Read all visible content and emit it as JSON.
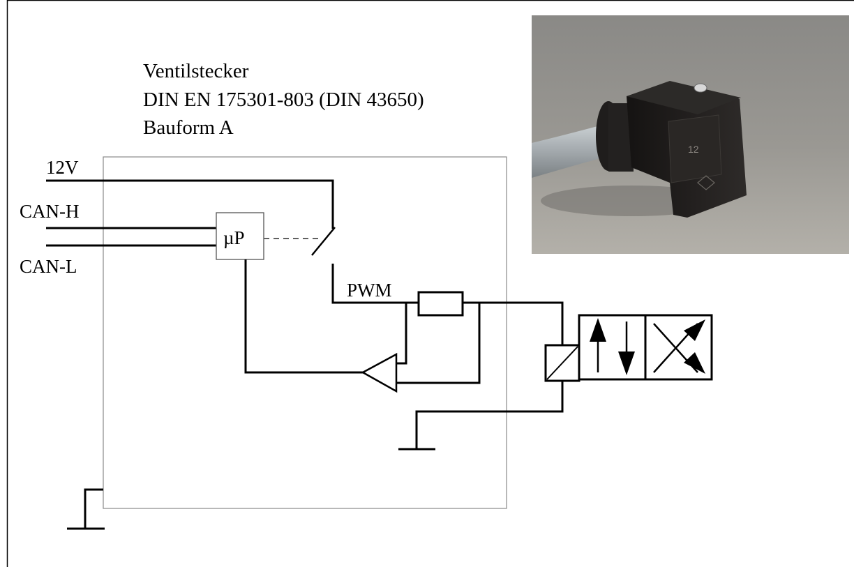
{
  "title": {
    "line1": "Ventilstecker",
    "line2": "DIN EN 175301-803 (DIN 43650)",
    "line3": "Bauform A"
  },
  "signals": {
    "supply": "12V",
    "can_high": "CAN-H",
    "can_low": "CAN-L",
    "microprocessor": "µP",
    "pwm": "PWM"
  },
  "photo": {
    "cap_marking": "12"
  },
  "colors": {
    "line": "#000000",
    "box_outline": "#888888",
    "photo_background": "#8f8d8a",
    "connector_body": "#1d1b1a",
    "cable": "#a6acb0"
  }
}
